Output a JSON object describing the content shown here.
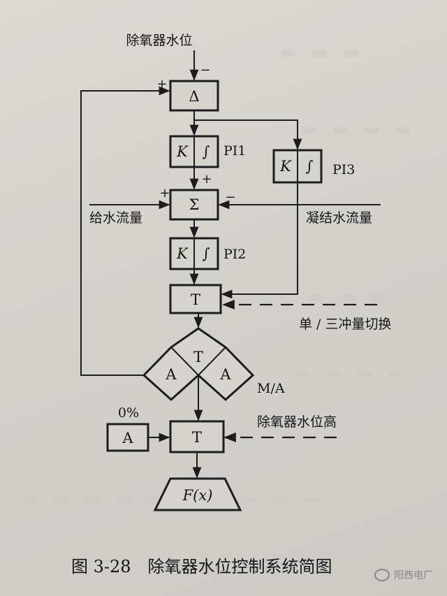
{
  "nodes": {
    "input_label": "除氧器水位",
    "delta": "Δ",
    "k": "K",
    "integral": "∫",
    "pi1": "PI1",
    "pi2": "PI2",
    "pi3": "PI3",
    "sigma": "Σ",
    "feedwater_flow": "给水流量",
    "condensate_flow": "凝结水流量",
    "t1": "T",
    "switch_label": "单 / 三冲量切换",
    "ma_t": "T",
    "ma_a_left": "A",
    "ma_a_right": "A",
    "ma_label": "M/A",
    "zero_pct": "0%",
    "a_block": "A",
    "t2": "T",
    "high_level": "除氧器水位高",
    "fx": "F(x)"
  },
  "signs": {
    "plus": "+",
    "minus": "−"
  },
  "caption": "图 3-28　除氧器水位控制系统简图",
  "watermark": "阳西电厂",
  "colors": {
    "paper": "#d9d3ce",
    "ink": "#1c1c1c"
  }
}
